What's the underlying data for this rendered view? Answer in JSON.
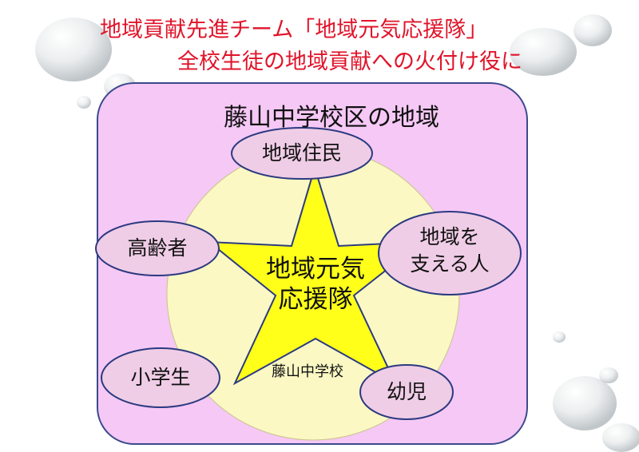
{
  "title": {
    "line1": "地域貢献先進チーム「地域元気応援隊」",
    "line2": "全校生徒の地域貢献への火付け役に"
  },
  "region": {
    "label": "藤山中学校区の地域"
  },
  "center": {
    "line1": "地域元気",
    "line2": "応援隊"
  },
  "school": {
    "label": "藤山中学校"
  },
  "nodes": {
    "residents": "地域住民",
    "supporters_line1": "地域を",
    "supporters_line2": "支える人",
    "elderly": "高齢者",
    "elementary": "小学生",
    "infants": "幼児"
  },
  "colors": {
    "title": "#e0142a",
    "region_fill": "#f5c8f5",
    "region_stroke": "#3b4a8c",
    "circle_fill": "#fbf8c4",
    "star_fill": "#ffff1a",
    "star_stroke": "#2b3a80",
    "node_fill": "#efcde6",
    "node_stroke": "#2b3a80"
  }
}
